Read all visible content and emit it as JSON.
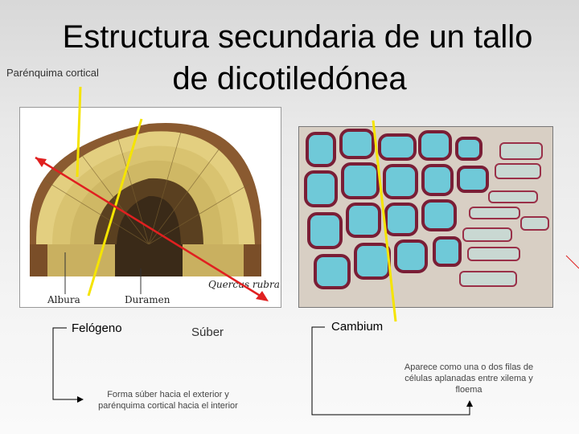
{
  "title": {
    "line1": "Estructura secundaria de un tallo",
    "line2": "de dicotiledónea"
  },
  "labels": {
    "parenquima_cortical": "Parénquima cortical",
    "felogeno": "Felógeno",
    "suber": "Súber",
    "cambium": "Cambium"
  },
  "figure_labels": {
    "albura": "Albura",
    "duramen": "Duramen",
    "species": "Quercus rubra"
  },
  "notes": {
    "felogeno_note": "Forma súber hacia el exterior y parénquima cortical hacia el interior",
    "cambium_note": "Aparece como una o dos filas de células aplanadas entre xilema y floema"
  },
  "colors": {
    "pointer_yellow": "#f5e400",
    "pointer_red": "#e02020",
    "wood_light": "#e8d890",
    "wood_dark": "#3a2a18",
    "bark": "#8a5a30",
    "cell_blue": "#6fc9d8",
    "cell_wall": "#7a1e36"
  }
}
